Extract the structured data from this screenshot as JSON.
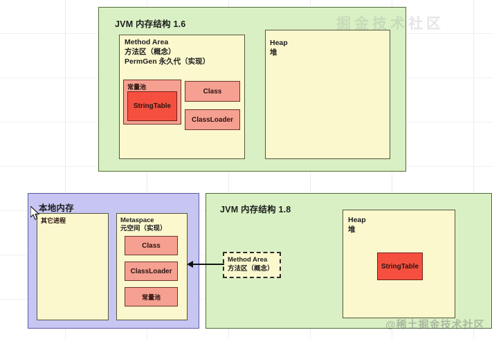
{
  "diagram": {
    "jvm16": {
      "title": "JVM 内存结构 1.6",
      "method_area": {
        "line1": "Method Area",
        "line2": "方法区（概念）",
        "line3": "PermGen 永久代（实现）",
        "constant_pool": {
          "label": "常量池",
          "string_table": "StringTable"
        },
        "class_box": "Class",
        "classloader_box": "ClassLoader"
      },
      "heap": {
        "line1": "Heap",
        "line2": "堆"
      }
    },
    "native_memory": {
      "title": "本地内存",
      "other_processes": "其它进程",
      "metaspace": {
        "line1": "Metaspace",
        "line2": "元空间（实现）",
        "items": [
          "Class",
          "ClassLoader",
          "常量池"
        ]
      }
    },
    "jvm18": {
      "title": "JVM 内存结构 1.8",
      "method_area_concept": {
        "line1": "Method Area",
        "line2": "方法区（概念）"
      },
      "heap": {
        "line1": "Heap",
        "line2": "堆",
        "string_table": "StringTable"
      }
    },
    "watermarks": {
      "top": "掘金技术社区",
      "bottom": "@稀土掘金技术社区"
    },
    "colors": {
      "panel_green": "#d9f0c4",
      "panel_purple": "#c7c6f2",
      "box_cream": "#fbf8ce",
      "box_salmon": "#f5a091",
      "box_red": "#f5503f",
      "border_dark": "#55543a"
    }
  }
}
